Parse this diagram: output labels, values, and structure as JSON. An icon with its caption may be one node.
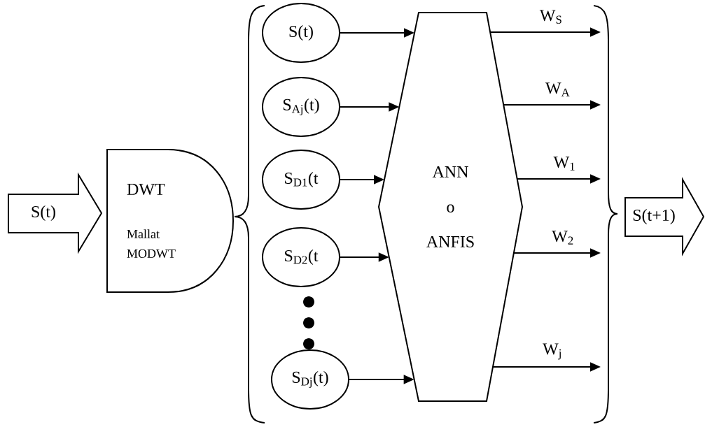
{
  "diagram": {
    "nodes": [
      {
        "text": [
          "S(t)"
        ]
      },
      {
        "text": [
          "DWT",
          "Mallat MODWT"
        ]
      },
      {
        "text": [
          "S(t)"
        ]
      },
      {
        "text": [
          "S$_{Aj}$(t)"
        ]
      },
      {
        "text": [
          "S$_{D1}$(t"
        ]
      },
      {
        "text": [
          "S$_{D2}$(t"
        ]
      },
      {
        "text": [
          "S$_{Dj}$(t)"
        ]
      },
      {
        "text": [
          "ANN",
          "o",
          "ANFIS"
        ]
      },
      {
        "text": [
          "S(t+1)"
        ]
      }
    ],
    "edges": [
      {
        "from": 2,
        "to": 7,
        "arrow": "to"
      },
      {
        "from": 3,
        "to": 7,
        "arrow": "to"
      },
      {
        "from": 4,
        "to": 7,
        "arrow": "to"
      },
      {
        "from": 5,
        "to": 7,
        "arrow": "to"
      },
      {
        "from": 6,
        "to": 7,
        "arrow": "to"
      },
      {
        "from": 7,
        "to": 8,
        "arrow": "to",
        "label": "W$_{S}$"
      },
      {
        "from": 7,
        "to": 8,
        "arrow": "to",
        "label": "W$_{A}$"
      },
      {
        "from": 7,
        "to": 8,
        "arrow": "to",
        "label": "W$_{1}$"
      },
      {
        "from": 7,
        "to": 8,
        "arrow": "to",
        "label": "W$_{2}$"
      },
      {
        "from": 7,
        "to": 8,
        "arrow": "to",
        "label": "W$_{j}$"
      }
    ]
  }
}
